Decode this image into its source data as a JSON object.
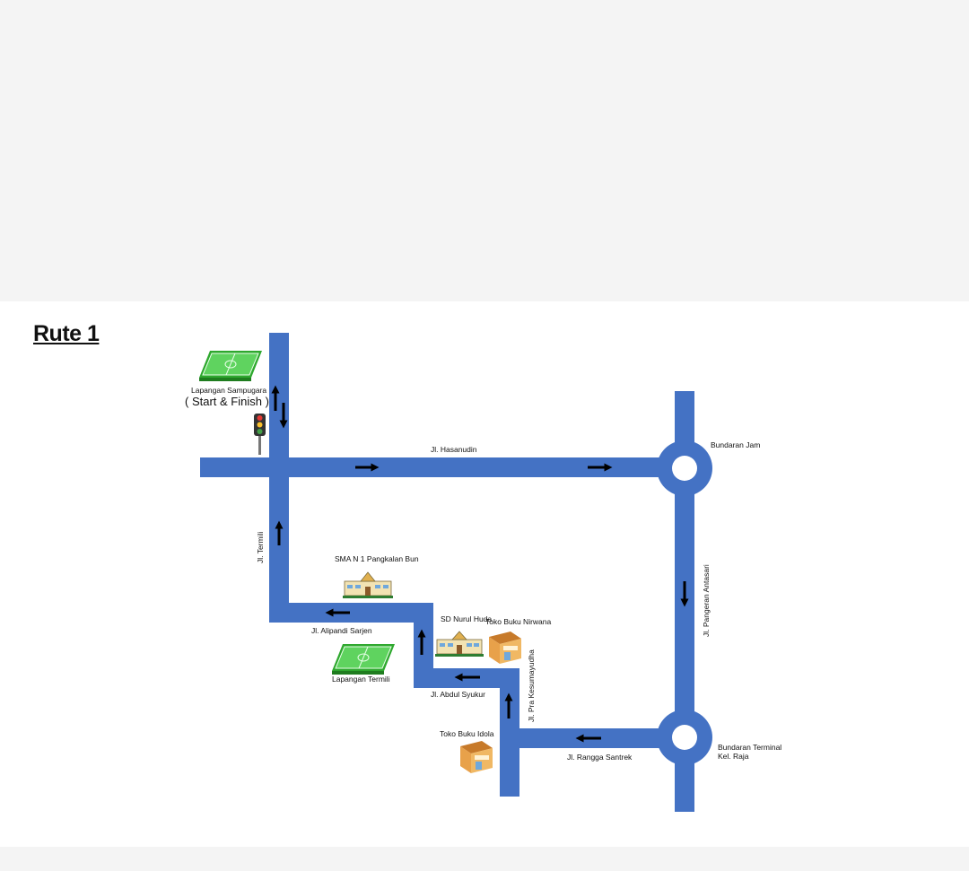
{
  "title": "Rute 1",
  "colors": {
    "road": "#4472c4",
    "field": "#3fbf3f",
    "arrow": "#000000"
  },
  "labels": {
    "lapangan_sampugara": "Lapangan Sampugara",
    "start_finish": "( Start & Finish )",
    "jl_hasanudin": "Jl. Hasanudin",
    "bundaran_jam": "Bundaran Jam",
    "jl_termili": "Jl. Termili",
    "jl_pangeran_antasari": "Jl. Pangeran Antasari",
    "sman1": "SMA N 1 Pangkalan Bun",
    "sd_nurul_huda": "SD Nurul Huda",
    "toko_buku_nirwana": "Toko Buku Nirwana",
    "jl_alipandi_sarjen": "Jl. Alipandi Sarjen",
    "lapangan_termili": "Lapangan Termili",
    "jl_abdul_syukur": "Jl. Abdul Syukur",
    "jl_pra_kesumayudha": "Jl. Pra Kesumayudha",
    "toko_buku_idola": "Toko Buku Idola",
    "jl_rangga_santrek": "Jl. Rangga Santrek",
    "bundaran_terminal_1": "Bundaran Terminal",
    "bundaran_terminal_2": "Kel. Raja"
  },
  "icons": {
    "traffic_light": "traffic-light-icon",
    "field": "football-field-icon",
    "school": "school-building-icon",
    "shop": "shop-building-icon"
  }
}
